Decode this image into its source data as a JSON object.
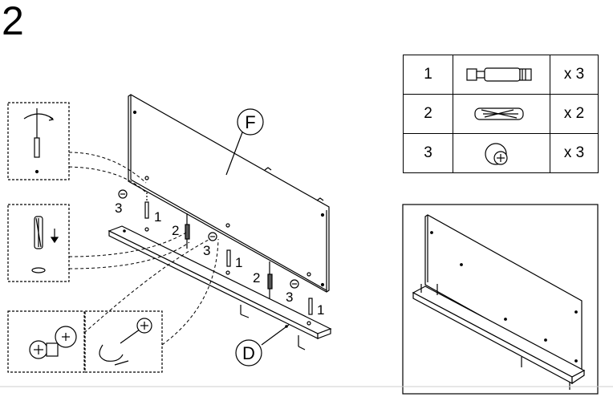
{
  "step": {
    "number": "2"
  },
  "panel_labels": {
    "top_panel": "F",
    "bottom_panel": "D"
  },
  "callouts": {
    "c1": "3",
    "c2": "1",
    "c3": "2",
    "c4": "3",
    "c5": "1",
    "c6": "2",
    "c7": "3",
    "c8": "1"
  },
  "parts_table": [
    {
      "id": "1",
      "qty": "x 3",
      "icon": "cam-dowel-icon"
    },
    {
      "id": "2",
      "qty": "x 2",
      "icon": "wooden-dowel-icon"
    },
    {
      "id": "3",
      "qty": "x 3",
      "icon": "cam-lock-icon"
    }
  ]
}
